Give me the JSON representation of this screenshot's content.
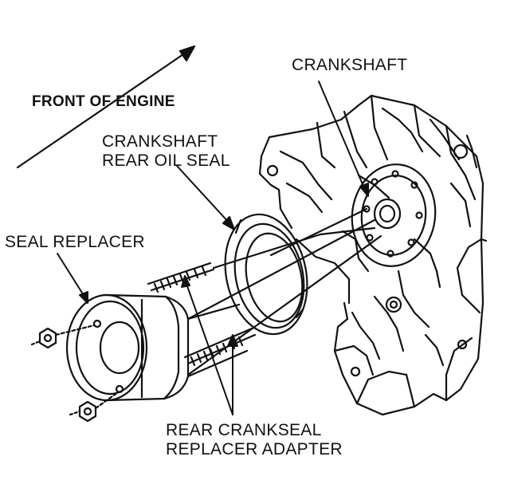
{
  "labels": {
    "front_of_engine": "FRONT OF ENGINE",
    "crankshaft": "CRANKSHAFT",
    "rear_oil_seal_line1": "CRANKSHAFT",
    "rear_oil_seal_line2": "REAR OIL SEAL",
    "seal_replacer": "SEAL REPLACER",
    "adapter_line1": "REAR CRANKSEAL",
    "adapter_line2": "REPLACER ADAPTER"
  },
  "colors": {
    "ink": "#111111",
    "paper": "#ffffff"
  }
}
